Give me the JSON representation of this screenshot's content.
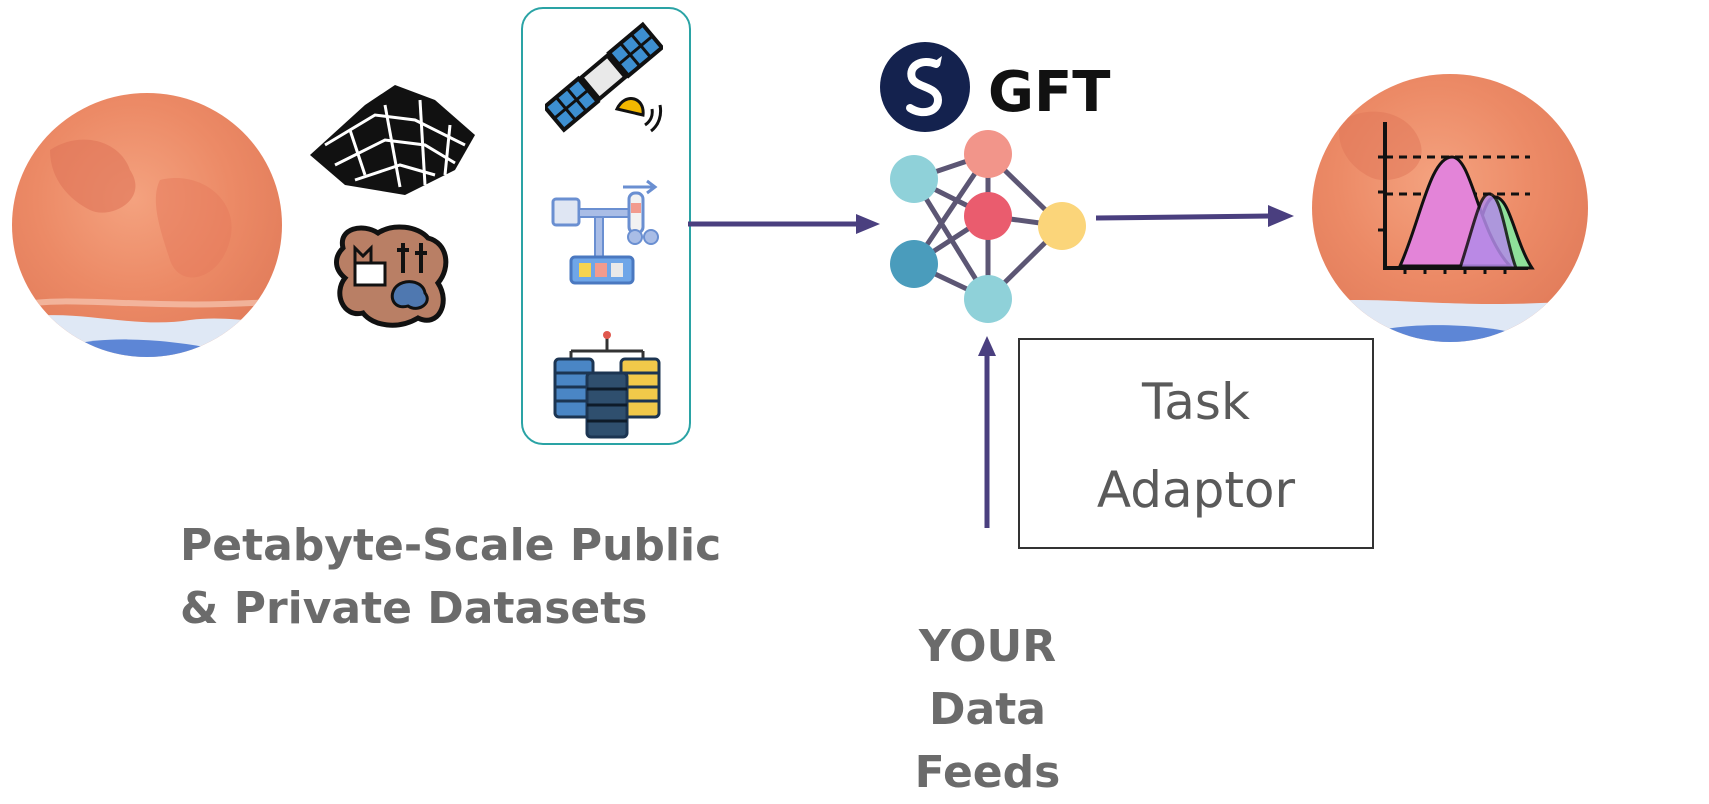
{
  "gft": {
    "title": "GFT"
  },
  "datasets": {
    "line1": "Petabyte-Scale Public",
    "line2": "& Private Datasets"
  },
  "feeds": {
    "line1": "YOUR",
    "line2": "Data Feeds"
  },
  "adaptor": {
    "line1": "Task",
    "line2": "Adaptor"
  },
  "icons": {
    "left_globe": "globe-heatmap-icon",
    "terrain": "terrain-mesh-icon",
    "land_use": "land-use-map-icon",
    "satellite": "satellite-icon",
    "weather_station": "weather-station-icon",
    "databases": "database-stack-icon",
    "network": "neural-network-icon",
    "right_globe": "globe-distribution-icon"
  },
  "colors": {
    "arrow": "#4a3f7f",
    "panel_border": "#2aa3a5",
    "globe_warm": "#ee8a67",
    "globe_cold": "#5d86d6"
  }
}
